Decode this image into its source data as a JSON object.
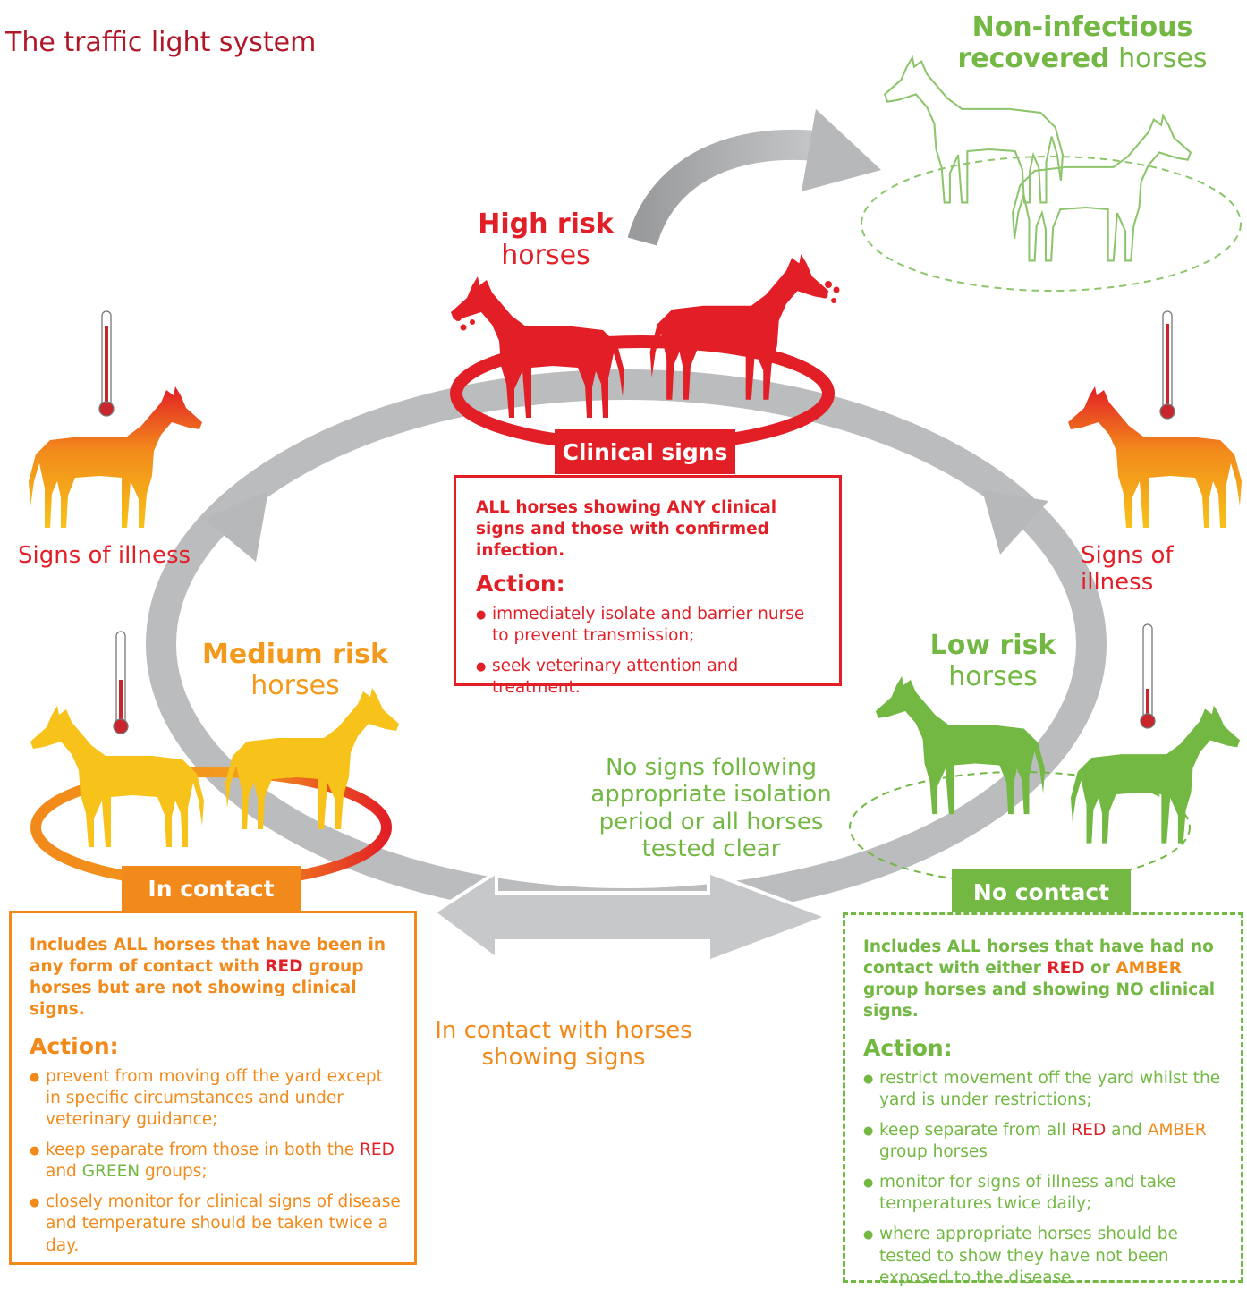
{
  "title": "The traffic light system",
  "colors": {
    "red": "#e21f26",
    "amber": "#f28a1b",
    "yellow": "#f7c21a",
    "green": "#72b843",
    "grey": "#b7b8ba"
  },
  "groups": {
    "high": {
      "title_bold": "High risk",
      "title_rest": "horses",
      "tab": "Clinical signs",
      "intro": "ALL horses showing ANY clinical signs and those with confirmed infection.",
      "action_heading": "Action:",
      "actions": [
        "immediately isolate and barrier nurse to prevent transmission;",
        "seek veterinary attention and treatment."
      ]
    },
    "medium": {
      "title_bold": "Medium risk",
      "title_rest": "horses",
      "tab": "In contact",
      "intro_a": "Includes ALL horses that have been in any form of contact with ",
      "intro_red": "RED",
      "intro_b": " group horses but are not showing clinical signs.",
      "action_heading": "Action:",
      "action_1": "prevent from moving off the yard except in specific circumstances and under veterinary guidance;",
      "action_2_a": "keep separate from those in both the ",
      "action_2_red": "RED",
      "action_2_b": " and ",
      "action_2_green": "GREEN",
      "action_2_c": " groups;",
      "action_3": "closely monitor for clinical signs of disease and temperature should be taken twice a day."
    },
    "low": {
      "title_bold": "Low risk",
      "title_rest": "horses",
      "tab": "No contact",
      "intro_a": "Includes ALL horses that have had no contact with either ",
      "intro_red": "RED",
      "intro_b": " or ",
      "intro_amber": "AMBER",
      "intro_c": " group horses and showing NO clinical signs.",
      "action_heading": "Action:",
      "action_1": "restrict movement off the yard whilst the yard is under restrictions;",
      "action_2_a": "keep separate from all ",
      "action_2_red": "RED",
      "action_2_b": " and ",
      "action_2_amber": "AMBER",
      "action_2_c": " group horses",
      "action_3": "monitor for signs of illness and take temperatures twice daily;",
      "action_4": "where appropriate horses should be tested to show they have not been exposed to the disease."
    },
    "recovered": {
      "title_line1": "Non-infectious",
      "title_bold": "recovered",
      "title_rest": "horses"
    }
  },
  "labels": {
    "signs_illness_left": "Signs of illness",
    "signs_illness_right": "Signs of illness",
    "no_signs": "No signs following appropriate isolation period or all horses tested clear",
    "in_contact_with": "In contact with horses showing signs"
  }
}
